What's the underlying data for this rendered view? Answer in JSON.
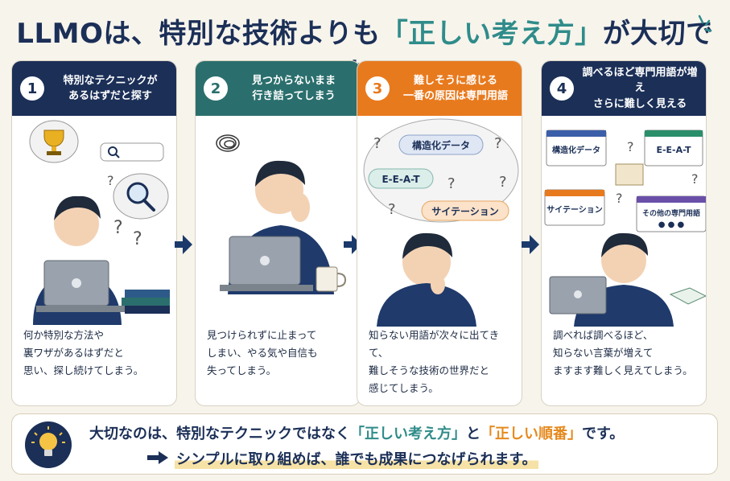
{
  "title": {
    "part1": "LLMOは、特別な技術よりも",
    "highlight": "「正しい考え方」",
    "part2": "が大切です。"
  },
  "panels": [
    {
      "number": "1",
      "heading": "特別なテクニックが\nあるはずだと探す",
      "color": "#1b2f57",
      "body": "何か特別な方法や\n裏ワザがあるはずだと\n思い、探し続けてしまう。"
    },
    {
      "number": "2",
      "heading": "見つからないまま\n行き詰ってしまう",
      "color": "#2a6f6d",
      "body": "見つけられずに止まって\nしまい、やる気や自信も\n失ってしまう。"
    },
    {
      "number": "3",
      "heading": "難しそうに感じる\n一番の原因は専門用語",
      "color": "#e87a1e",
      "body": "知らない用語が次々に出てきて、\n難しそうな技術の世界だと\n感じてしまう。",
      "bubbles": [
        "構造化データ",
        "E-E-A-T",
        "サイテーション"
      ]
    },
    {
      "number": "4",
      "heading": "調べるほど専門用語が増え\nさらに難しく見える",
      "color": "#1b2f57",
      "body": "調べれば調べるほど、\n知らない言葉が増えて\nますます難しく見えてしまう。",
      "cards": [
        "構造化データ",
        "E-E-A-T",
        "サイテーション",
        "その他の専門用語"
      ]
    }
  ],
  "bottom": {
    "line1_a": "大切なのは、特別なテクニックではなく",
    "line1_q1": "「正しい考え方」",
    "line1_b": "と",
    "line1_q2": "「正しい順番」",
    "line1_c": "です。",
    "line2": "シンプルに取り組めば、誰でも成果につなげられます。"
  },
  "colors": {
    "navy": "#1b2f57",
    "teal": "#2a6f6d",
    "orange": "#e87a1e",
    "accent_teal": "#2f8c8a",
    "accent_orange": "#e58a1f"
  }
}
